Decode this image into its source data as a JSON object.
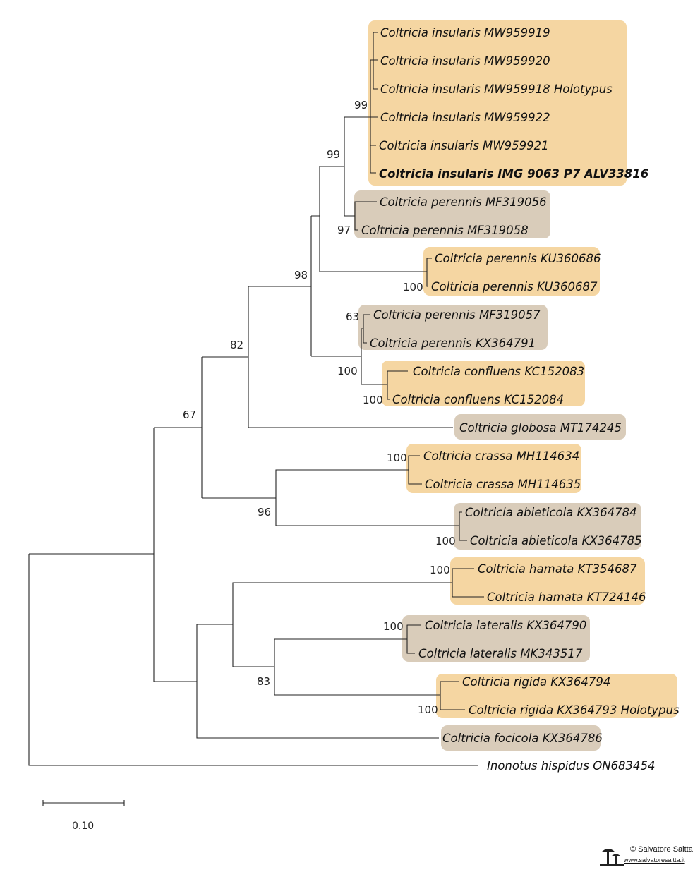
{
  "tree": {
    "taxa": [
      {
        "id": "t1",
        "label": "Coltricia insularis MW959919",
        "highlight": "orange",
        "bold": false
      },
      {
        "id": "t2",
        "label": "Coltricia insularis MW959920",
        "highlight": "orange",
        "bold": false
      },
      {
        "id": "t3",
        "label": "Coltricia insularis MW959918 Holotypus",
        "highlight": "orange",
        "bold": false
      },
      {
        "id": "t4",
        "label": "Coltricia insularis MW959922",
        "highlight": "orange",
        "bold": false
      },
      {
        "id": "t5",
        "label": "Coltricia insularis MW959921",
        "highlight": "orange",
        "bold": false
      },
      {
        "id": "t6",
        "label": "Coltricia insularis IMG 9063 P7 ALV33816",
        "highlight": "orange",
        "bold": true
      },
      {
        "id": "t7",
        "label": "Coltricia perennis MF319056",
        "highlight": "gray",
        "bold": false
      },
      {
        "id": "t8",
        "label": "Coltricia perennis MF319058",
        "highlight": "gray",
        "bold": false
      },
      {
        "id": "t9",
        "label": "Coltricia perennis KU360686",
        "highlight": "orange",
        "bold": false
      },
      {
        "id": "t10",
        "label": "Coltricia perennis KU360687",
        "highlight": "orange",
        "bold": false
      },
      {
        "id": "t11",
        "label": "Coltricia perennis MF319057",
        "highlight": "gray",
        "bold": false
      },
      {
        "id": "t12",
        "label": "Coltricia perennis KX364791",
        "highlight": "gray",
        "bold": false
      },
      {
        "id": "t13",
        "label": "Coltricia confluens KC152083",
        "highlight": "orange",
        "bold": false
      },
      {
        "id": "t14",
        "label": "Coltricia confluens KC152084",
        "highlight": "orange",
        "bold": false
      },
      {
        "id": "t15",
        "label": "Coltricia globosa MT174245",
        "highlight": "gray",
        "bold": false
      },
      {
        "id": "t16",
        "label": "Coltricia crassa MH114634",
        "highlight": "orange",
        "bold": false
      },
      {
        "id": "t17",
        "label": "Coltricia crassa MH114635",
        "highlight": "orange",
        "bold": false
      },
      {
        "id": "t18",
        "label": "Coltricia abieticola KX364784",
        "highlight": "gray",
        "bold": false
      },
      {
        "id": "t19",
        "label": "Coltricia abieticola KX364785",
        "highlight": "gray",
        "bold": false
      },
      {
        "id": "t20",
        "label": "Coltricia hamata KT354687",
        "highlight": "orange",
        "bold": false
      },
      {
        "id": "t21",
        "label": "Coltricia hamata KT724146",
        "highlight": "orange",
        "bold": false
      },
      {
        "id": "t22",
        "label": "Coltricia lateralis KX364790",
        "highlight": "gray",
        "bold": false
      },
      {
        "id": "t23",
        "label": "Coltricia lateralis MK343517",
        "highlight": "gray",
        "bold": false
      },
      {
        "id": "t24",
        "label": "Coltricia rigida KX364794",
        "highlight": "orange",
        "bold": false
      },
      {
        "id": "t25",
        "label": "Coltricia rigida KX364793 Holotypus",
        "highlight": "orange",
        "bold": false
      },
      {
        "id": "t26",
        "label": "Coltricia focicola KX364786",
        "highlight": "gray",
        "bold": false
      },
      {
        "id": "t27",
        "label": "Inonotus hispidus ON683454",
        "highlight": "none",
        "bold": false
      }
    ],
    "bootstrap": {
      "insularis_clade": "99",
      "insularis_perennis": "99",
      "perennis_mf319": "97",
      "perennis_ku": "100",
      "core_clade": "98",
      "perennis_mf_kx": "63",
      "confluens_plus": "100",
      "confluens": "100",
      "with_globosa": "82",
      "ingroup_a": "67",
      "crassa": "100",
      "crassa_abieticola": "96",
      "abieticola": "100",
      "hamata": "100",
      "lateralis": "100",
      "lateralis_rigida": "83",
      "rigida": "100"
    },
    "scale_bar": {
      "label": "0.10",
      "value": 0.1
    }
  },
  "credit": {
    "copyright": "© Salvatore Saitta",
    "url": "www.salvatoresaitta.it"
  },
  "colors": {
    "highlight_orange": "#f5d6a2",
    "highlight_gray": "#d9ccba",
    "branch": "#222222"
  }
}
